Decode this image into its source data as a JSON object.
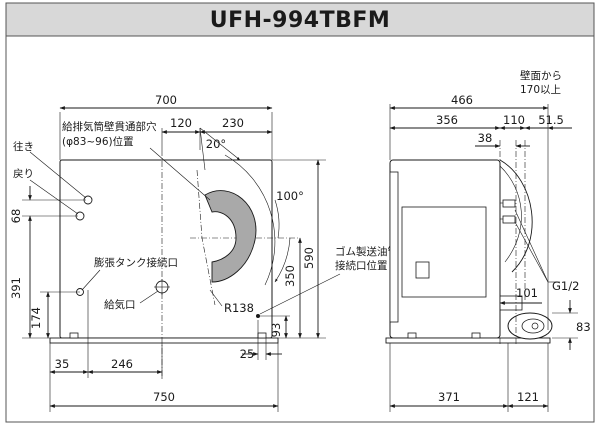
{
  "title": "UFH-994TBFM",
  "colors": {
    "title_bar": "#d8d8d8",
    "panel_fill": "#ffffff",
    "duct_fill": "#a9a9a9",
    "line": "#1a1a1a",
    "outer_border": "#555555"
  },
  "front_view": {
    "dimensions": {
      "top_total": "700",
      "top_a": "120",
      "top_b": "230",
      "angle_top": "20°",
      "angle_right": "100°",
      "left_68": "68",
      "left_391": "391",
      "left_174": "174",
      "right_590": "590",
      "right_350": "350",
      "right_93": "93",
      "radius": "R138",
      "bottom_35": "35",
      "bottom_246": "246",
      "bottom_25": "25",
      "bottom_total": "750"
    },
    "labels": {
      "flue_hole": "給排気筒壁貫通部穴",
      "flue_hole_size": "(φ83~96)位置",
      "supply": "往き",
      "return": "戻り",
      "expansion_tank": "膨張タンク接続口",
      "air_intake": "給気口",
      "oil_pipe_1": "ゴム製送油管",
      "oil_pipe_2": "接続口位置"
    }
  },
  "side_view": {
    "dimensions": {
      "top_466": "466",
      "top_356": "356",
      "top_110": "110",
      "top_51_5": "51.5",
      "top_38": "38",
      "dim_101": "101",
      "dim_83": "83",
      "bottom_371": "371",
      "bottom_121": "121",
      "thread": "G1/2"
    },
    "labels": {
      "wall_clearance_1": "壁面から",
      "wall_clearance_2": "170以上"
    }
  }
}
